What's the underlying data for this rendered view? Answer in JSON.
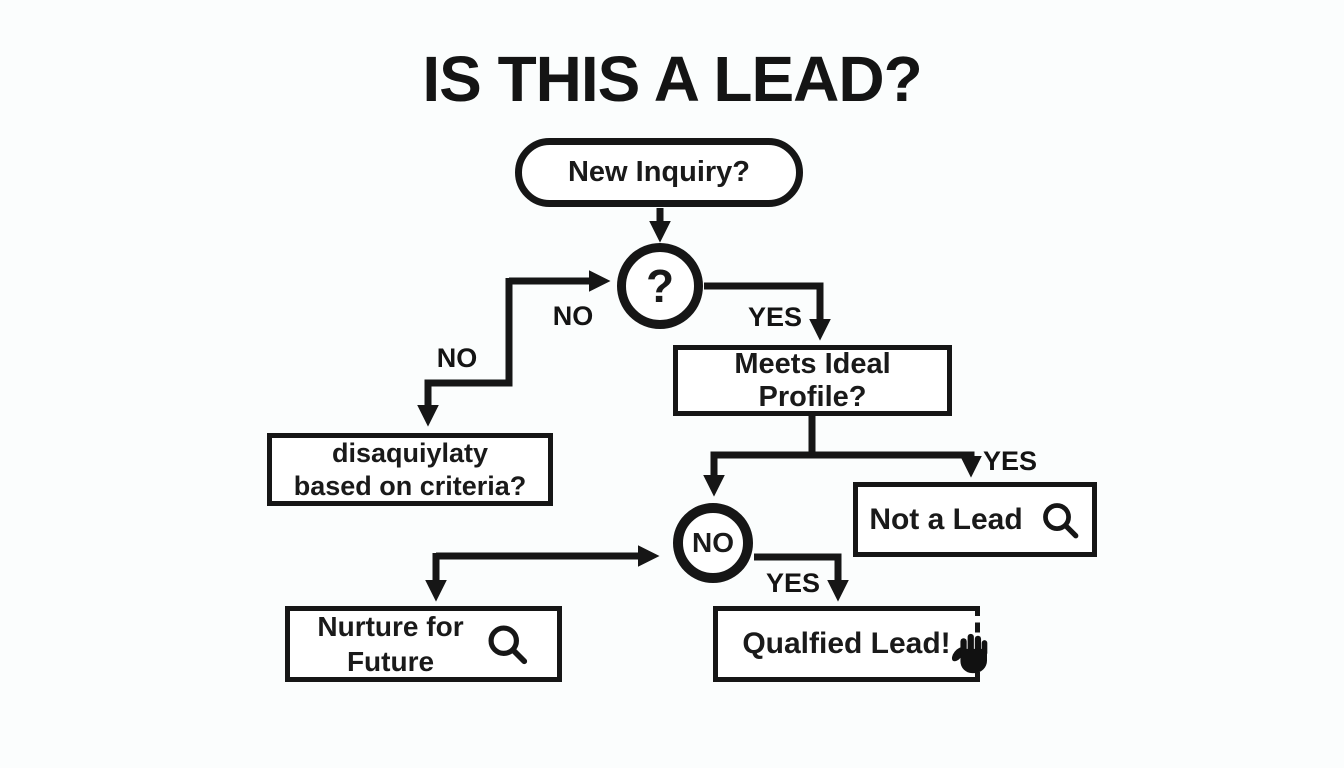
{
  "title": "IS THIS A LEAD?",
  "nodes": {
    "start": {
      "label": "New Inquiry?"
    },
    "question_circle": {
      "label": "?"
    },
    "disqualify": {
      "line1": "disaquiylaty",
      "line2": "based on criteria?"
    },
    "meets_profile": {
      "label": "Meets Ideal Profile?"
    },
    "no_circle": {
      "label": "NO"
    },
    "not_a_lead": {
      "label": "Not a Lead",
      "icon": "magnifier-icon"
    },
    "nurture": {
      "line1": "Nurture for",
      "line2": "Future",
      "icon": "magnifier-icon"
    },
    "qualified": {
      "label": "Qualfied Lead!",
      "icon": "hand-icon"
    }
  },
  "edge_labels": {
    "no_upper": "NO",
    "no_lower": "NO",
    "yes_to_meets": "YES",
    "yes_to_not_a_lead": "YES",
    "yes_to_qualified": "YES"
  },
  "colors": {
    "ink": "#161616",
    "node_fill": "#ffffff",
    "background": "#fbfdfd"
  }
}
